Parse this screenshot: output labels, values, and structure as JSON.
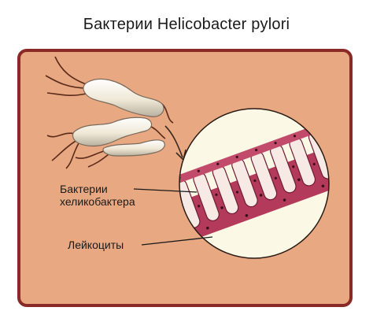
{
  "title": "Бактерии Helicobacter pylori",
  "labels": {
    "bacteria_line1": "Бактерии",
    "bacteria_line2": "хеликобактера",
    "leukocytes": "Лейкоциты"
  },
  "colors": {
    "panel_fill": "#e8a882",
    "panel_border": "#8a2a26",
    "magnifier_fill": "#fbf9e6",
    "tissue": "#b43a5c",
    "bacterium": "#f1ebdc"
  }
}
